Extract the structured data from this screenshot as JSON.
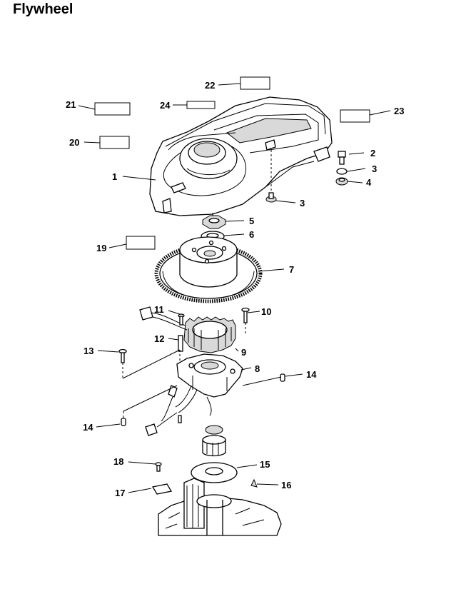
{
  "title": "Flywheel",
  "callouts": [
    {
      "id": "c1",
      "label": "1"
    },
    {
      "id": "c2",
      "label": "2"
    },
    {
      "id": "c3a",
      "label": "3"
    },
    {
      "id": "c3b",
      "label": "3"
    },
    {
      "id": "c4",
      "label": "4"
    },
    {
      "id": "c5",
      "label": "5"
    },
    {
      "id": "c6",
      "label": "6"
    },
    {
      "id": "c7",
      "label": "7"
    },
    {
      "id": "c8",
      "label": "8"
    },
    {
      "id": "c9",
      "label": "9"
    },
    {
      "id": "c10",
      "label": "10"
    },
    {
      "id": "c11",
      "label": "11"
    },
    {
      "id": "c12",
      "label": "12"
    },
    {
      "id": "c13",
      "label": "13"
    },
    {
      "id": "c14a",
      "label": "14"
    },
    {
      "id": "c14b",
      "label": "14"
    },
    {
      "id": "c15",
      "label": "15"
    },
    {
      "id": "c16",
      "label": "16"
    },
    {
      "id": "c17",
      "label": "17"
    },
    {
      "id": "c18",
      "label": "18"
    },
    {
      "id": "c19",
      "label": "19"
    },
    {
      "id": "c20",
      "label": "20"
    },
    {
      "id": "c21",
      "label": "21"
    },
    {
      "id": "c22",
      "label": "22"
    },
    {
      "id": "c23",
      "label": "23"
    },
    {
      "id": "c24",
      "label": "24"
    }
  ]
}
